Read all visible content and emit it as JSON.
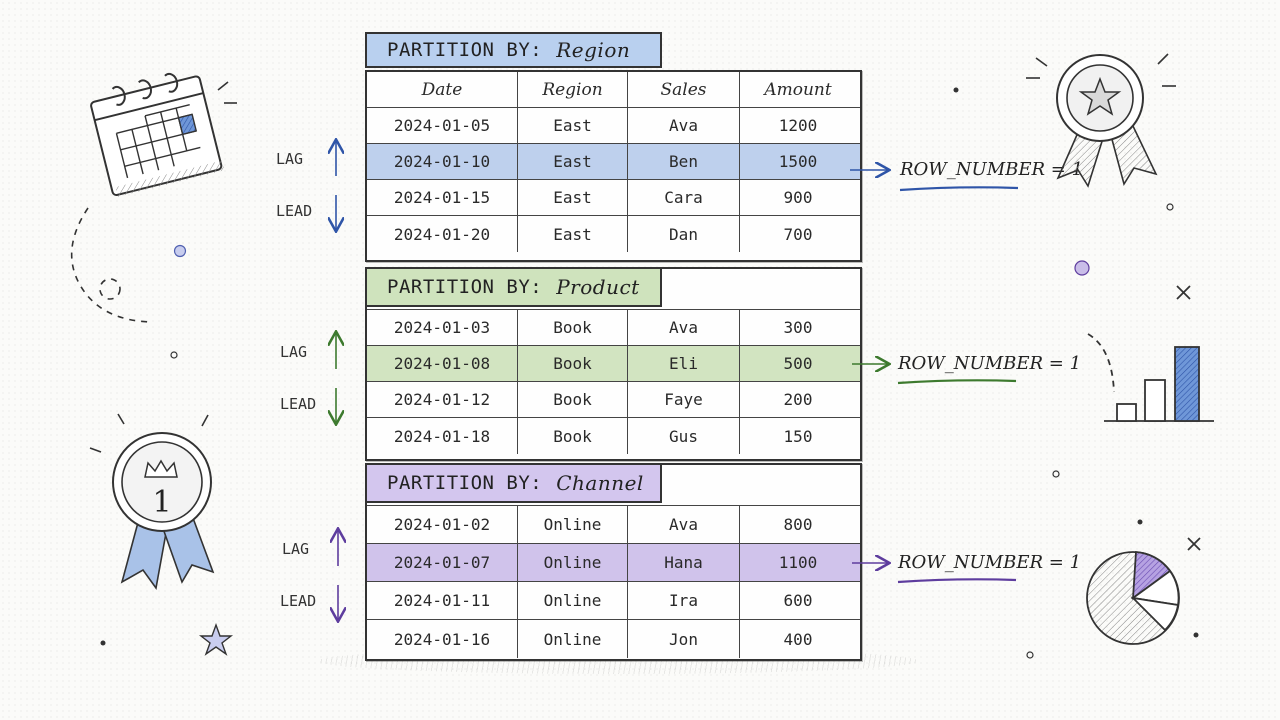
{
  "partitions": [
    {
      "keyword": "PARTITION BY:",
      "value": "Region",
      "highlight_color": "#88aade",
      "underline_color": "#2f55a8",
      "lag_label": "LAG",
      "lead_label": "LEAD",
      "rank_label": "ROW_NUMBER = 1",
      "header": [
        "Date",
        "Region",
        "Sales",
        "Amount"
      ],
      "rows": [
        [
          "2024-01-05",
          "East",
          "Ava",
          "1200"
        ],
        [
          "2024-01-10",
          "East",
          "Ben",
          "1500"
        ],
        [
          "2024-01-15",
          "East",
          "Cara",
          "900"
        ],
        [
          "2024-01-20",
          "East",
          "Dan",
          "700"
        ]
      ]
    },
    {
      "keyword": "PARTITION BY:",
      "value": "Product",
      "highlight_color": "#bad6a0",
      "underline_color": "#3d7a2e",
      "lag_label": "LAG",
      "lead_label": "LEAD",
      "rank_label": "ROW_NUMBER = 1",
      "rows": [
        [
          "2024-01-03",
          "Book",
          "Ava",
          "300"
        ],
        [
          "2024-01-08",
          "Book",
          "Eli",
          "500"
        ],
        [
          "2024-01-12",
          "Book",
          "Faye",
          "200"
        ],
        [
          "2024-01-18",
          "Book",
          "Gus",
          "150"
        ]
      ]
    },
    {
      "keyword": "PARTITION BY:",
      "value": "Channel",
      "highlight_color": "#bcaae2",
      "underline_color": "#5e3d9e",
      "lag_label": "LAG",
      "lead_label": "LEAD",
      "rank_label": "ROW_NUMBER = 1",
      "rows": [
        [
          "2024-01-02",
          "Online",
          "Ava",
          "800"
        ],
        [
          "2024-01-07",
          "Online",
          "Hana",
          "1100"
        ],
        [
          "2024-01-11",
          "Online",
          "Ira",
          "600"
        ],
        [
          "2024-01-16",
          "Online",
          "Jon",
          "400"
        ]
      ]
    }
  ],
  "badge": {
    "number": "1"
  },
  "icons": [
    "calendar-icon",
    "star-ribbon-icon",
    "number-one-badge-icon",
    "bar-chart-icon",
    "pie-chart-icon",
    "star-icon"
  ]
}
